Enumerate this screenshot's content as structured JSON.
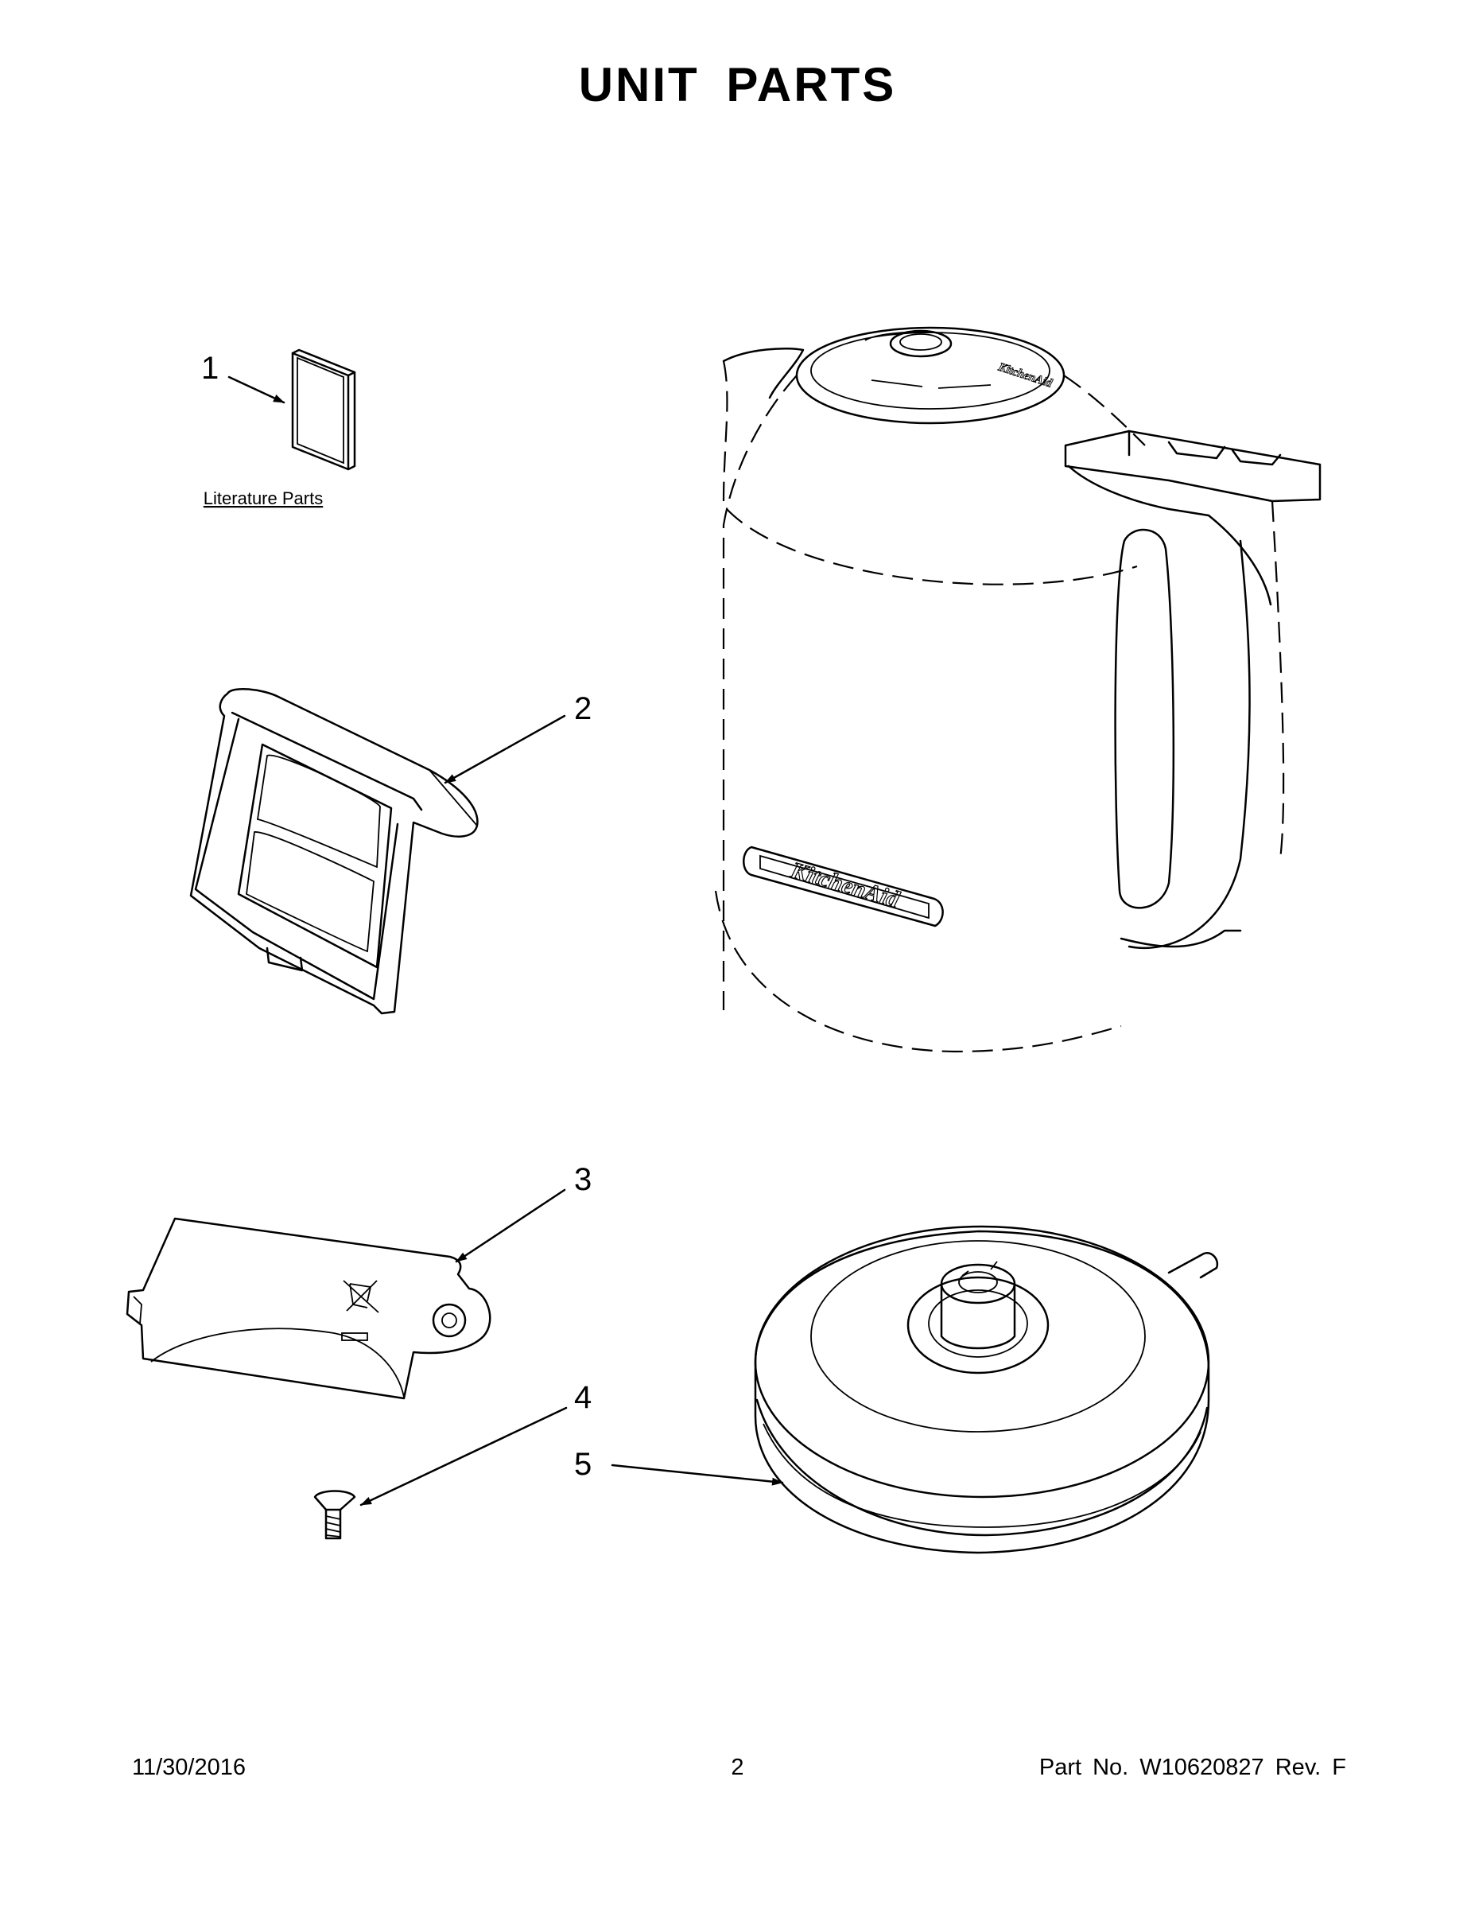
{
  "title": "UNIT  PARTS",
  "callouts": [
    {
      "number": "1",
      "label": "Literature Parts"
    },
    {
      "number": "2"
    },
    {
      "number": "3"
    },
    {
      "number": "4"
    },
    {
      "number": "5"
    }
  ],
  "footer": {
    "date": "11/30/2016",
    "page": "2",
    "part": "Part No.  W10620827  Rev.  F"
  },
  "colors": {
    "ink": "#000000",
    "paper": "#ffffff"
  }
}
